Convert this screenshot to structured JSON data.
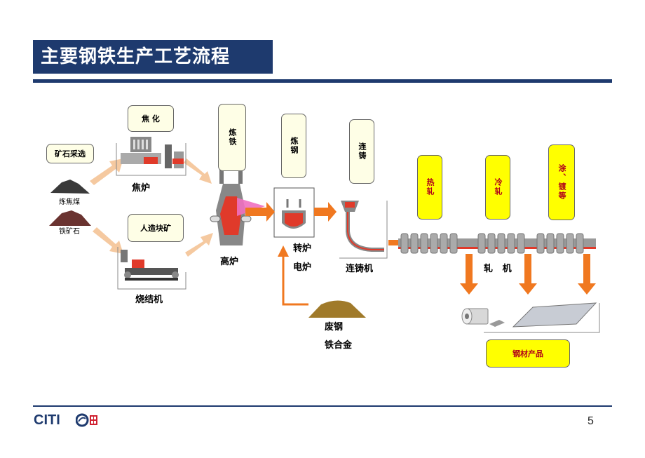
{
  "header": {
    "title": "主要钢铁生产工艺流程"
  },
  "footer": {
    "page_number": "5",
    "logo_text": "CITI"
  },
  "process": {
    "ore_selection": "矿石采选",
    "coking": "焦 化",
    "coke_oven": "焦炉",
    "coking_coal": "炼焦煤",
    "iron_ore": "铁矿石",
    "sinter_box": "人造块矿",
    "sinter_machine": "烧结机",
    "ironmaking": "炼铁",
    "blast_furnace": "高炉",
    "steelmaking": "炼钢",
    "converter": "转炉",
    "electric_furnace": "电炉",
    "continuous_casting": "连铸",
    "caster": "连铸机",
    "scrap": "废钢",
    "ferroalloy": "铁合金",
    "hot_rolling": "热轧",
    "cold_rolling": "冷轧",
    "coating": "涂、镀等",
    "rolling_mill": "轧   机",
    "steel_products": "钢材产品"
  },
  "colors": {
    "brand_navy": "#1e3a6e",
    "arrow_orange": "#f07820",
    "arrow_light": "#f5c9a0",
    "hot_metal": "#e03a2a",
    "highlight_yellow": "#ffff00",
    "pink_arrow": "#f070c0"
  }
}
